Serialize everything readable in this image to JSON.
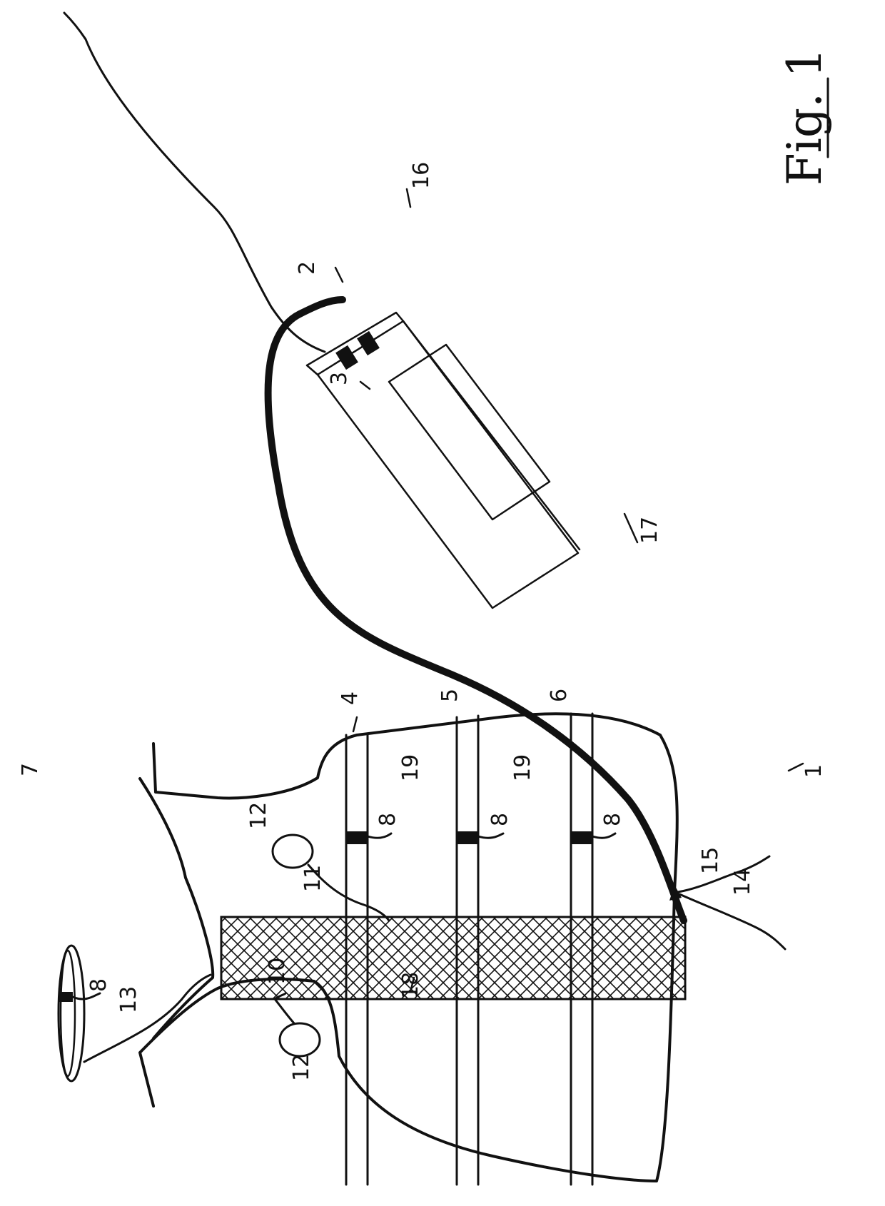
{
  "figure": {
    "title": "Fig. 1",
    "labels": {
      "vest": "1",
      "cable_main": "2",
      "control_unit": "3",
      "band_upper": "4",
      "band_middle": "5",
      "band_lower": "6",
      "head_ring": "7",
      "connector_ring": "8",
      "connector_upper": "8",
      "connector_middle": "8",
      "connector_lower": "8",
      "lead_left": "10",
      "lead_right": "11",
      "electrode_left": "12",
      "electrode_right": "12",
      "ring_lead": "13",
      "branch_lead": "14",
      "junction": "15",
      "control_cable": "16",
      "display": "17",
      "closure_strip": "18",
      "zone_upper": "19",
      "zone_lower": "19"
    }
  }
}
